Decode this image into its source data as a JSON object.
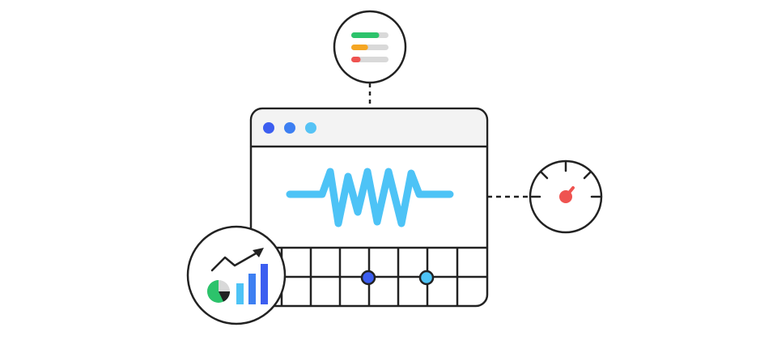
{
  "colors": {
    "outline": "#222222",
    "window_titlebar": "#f3f3f3",
    "panel_bg": "#ffffff",
    "dot_blue_dark": "#3c5ef0",
    "dot_blue_mid": "#3d7ff2",
    "dot_blue_light": "#56c3f5",
    "waveform": "#4dc3f6",
    "bar_green": "#2cc36b",
    "bar_orange": "#f5a623",
    "bar_red": "#ef5350",
    "bar_track": "#d9d9d9",
    "gauge_needle": "#ef5350",
    "pie_green": "#2cc36b",
    "pie_grey": "#d9d9d9",
    "chart_bar_light": "#4dc3f6",
    "chart_bar_mid": "#3d7ff2",
    "chart_bar_dark": "#3c5ef0",
    "grid_node_dark": "#3c5ef0",
    "grid_node_light": "#4dc3f6"
  },
  "icons": {
    "progress_bars": "progress-bars-icon",
    "speed_gauge": "speed-gauge-icon",
    "growth_chart": "growth-chart-icon",
    "waveform": "waveform-icon",
    "window": "browser-window-icon"
  },
  "progress_levels": [
    0.75,
    0.45,
    0.25
  ],
  "gauge_level": 0.72
}
